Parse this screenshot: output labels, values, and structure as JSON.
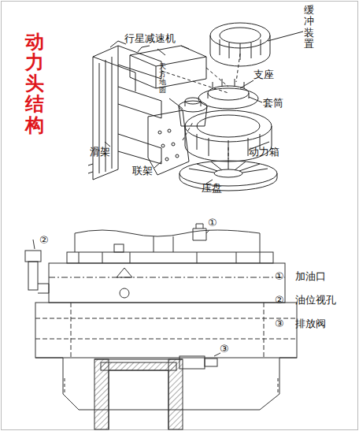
{
  "diagram": {
    "title": "动力头结构",
    "labels": [
      "行星减速机",
      "缓冲装置",
      "天方地圆",
      "支座",
      "套筒",
      "动力箱",
      "压盘",
      "联架",
      "滑架",
      "①",
      "②",
      "③",
      "①",
      "加油口",
      "②",
      "油位视孔",
      "③",
      "排放阀"
    ]
  }
}
